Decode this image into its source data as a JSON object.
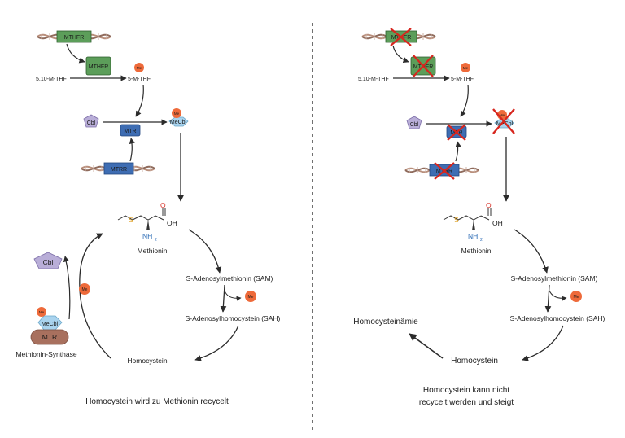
{
  "left": {
    "mthfr_gene": "MTHFR",
    "mthfr_enzyme": "MTHFR",
    "substrate": "5,10-M-THF",
    "product": "5-M-THF",
    "cbl": "Cbl",
    "mtr": "MTR",
    "mecbl": "MeCbl",
    "mtrr_gene": "MTRR",
    "me": "Me",
    "atom_o": "O",
    "atom_oh": "OH",
    "atom_s": "S",
    "atom_nh2": "NH",
    "atom_nh2_sub": "2",
    "methionin": "Methionin",
    "sam": "S-Adenosylmethionin (SAM)",
    "sah": "S-Adenosylhomocystein (SAH)",
    "homocystein": "Homocystein",
    "synthase_cbl": "Cbl",
    "synthase_mecbl": "MeCbl",
    "synthase_mtr": "MTR",
    "synthase_label": "Methionin-Synthase",
    "caption": "Homocystein wird zu Methionin recycelt"
  },
  "right": {
    "mthfr_gene": "MTHFR",
    "mthfr_enzyme": "MTHFR",
    "substrate": "5,10-M-THF",
    "product": "5-M-THF",
    "cbl": "Cbl",
    "mtr": "MTR",
    "mecbl": "MeCbl",
    "mtrr_gene": "MTRR",
    "me": "Me",
    "atom_o": "O",
    "atom_oh": "OH",
    "atom_s": "S",
    "atom_nh2": "NH",
    "atom_nh2_sub": "2",
    "methionin": "Methionin",
    "sam": "S-Adenosylmethionin (SAM)",
    "sah": "S-Adenosylhomocystein (SAH)",
    "homocystein": "Homocystein",
    "homocysteinaemie": "Homocysteinämie",
    "caption_line1": "Homocystein kann nicht",
    "caption_line2": "recycelt werden und steigt"
  },
  "colors": {
    "mthfr_green": "#5c9e5a",
    "mtr_blue": "#3e6db3",
    "cbl_purple": "#b9aed8",
    "mecbl_lightblue": "#a9d3ee",
    "me_orange": "#ee6a3a",
    "dna_strand": "#b98f7c",
    "cross_red": "#d7261e",
    "synthase_brown": "#a8705e"
  },
  "icons": [
    "dna-helix-icon",
    "x-cross-icon",
    "methyl-group-icon",
    "pentagon-cbl-icon",
    "hexagon-mecbl-icon"
  ]
}
